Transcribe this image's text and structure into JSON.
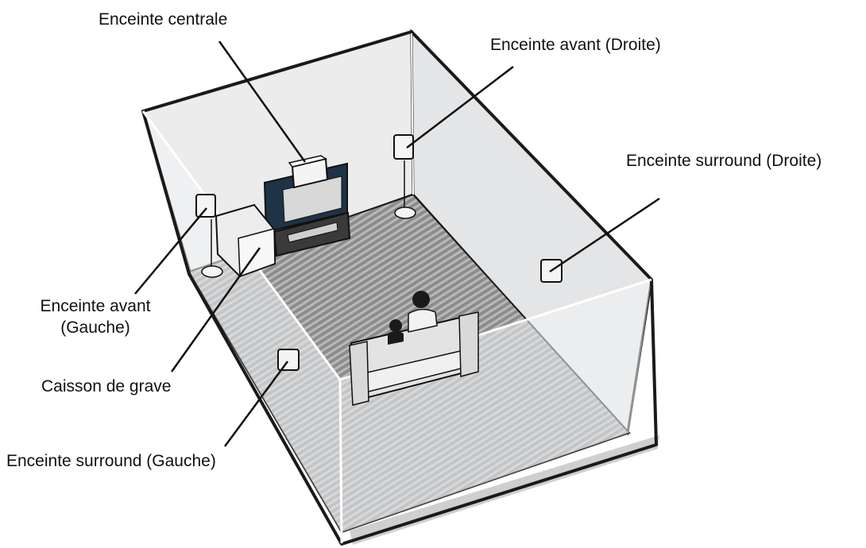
{
  "labels": {
    "center": "Enceinte centrale",
    "front_right": "Enceinte avant (Droite)",
    "surround_right": "Enceinte surround (Droite)",
    "front_left_line1": "Enceinte avant",
    "front_left_line2": "(Gauche)",
    "subwoofer": "Caisson de grave",
    "surround_left": "Enceinte surround (Gauche)"
  },
  "colors": {
    "room_outline": "#1a1a1a",
    "wall": "#e9eaeb",
    "floor": "#8c8c8c",
    "floor_stripe": "#bdbdbd",
    "tv_frame": "#1f3346",
    "tv_screen": "#d8d8d8",
    "speaker": "#f2f2f2",
    "leader_line": "#111111"
  }
}
